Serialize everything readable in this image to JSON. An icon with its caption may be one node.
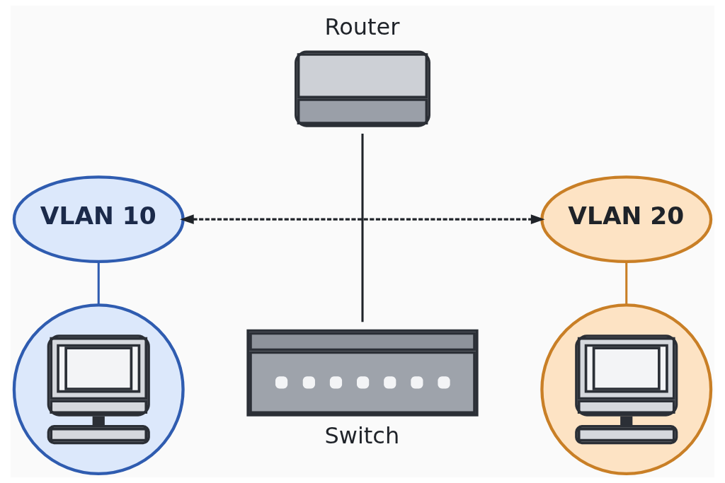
{
  "diagram": {
    "nodes": [
      {
        "text": [
          "Router"
        ]
      },
      {
        "text": [
          "VLAN 10"
        ]
      },
      {
        "text": [
          "VLAN 20"
        ]
      },
      {
        "text": [],
        "shape": "circle"
      },
      {
        "text": [
          "Switch"
        ]
      },
      {
        "text": [],
        "shape": "circle"
      }
    ],
    "edges": [
      {
        "from": 1,
        "to": 2,
        "arrow": "both",
        "style": "dashed"
      },
      {
        "from": 0,
        "to": 4,
        "arrow": "none"
      },
      {
        "from": 1,
        "to": 3,
        "arrow": "none",
        "color": "#2f5cb0"
      },
      {
        "from": 2,
        "to": 5,
        "arrow": "none",
        "color": "#c97f26"
      }
    ]
  }
}
